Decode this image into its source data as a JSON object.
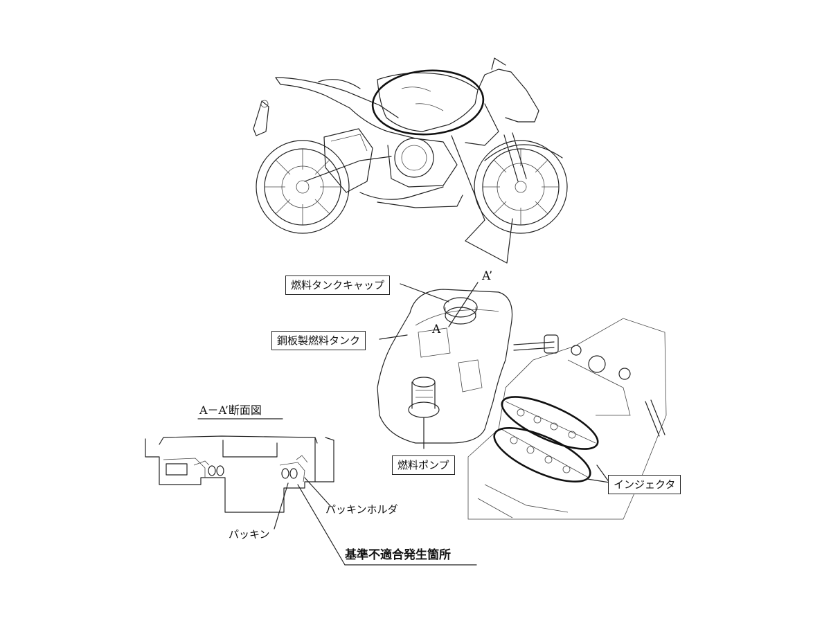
{
  "labels": {
    "fuel_cap": "燃料タンクキャップ",
    "steel_tank": "鋼板製燃料タンク",
    "fuel_pump": "燃料ポンプ",
    "injector": "インジェクタ",
    "section_title": "A－A’断面図",
    "packing_holder": "パッキンホルダ",
    "packing": "パッキン",
    "defect_location": "基準不適合発生箇所",
    "section_a": "A",
    "section_a_prime": "A’"
  }
}
